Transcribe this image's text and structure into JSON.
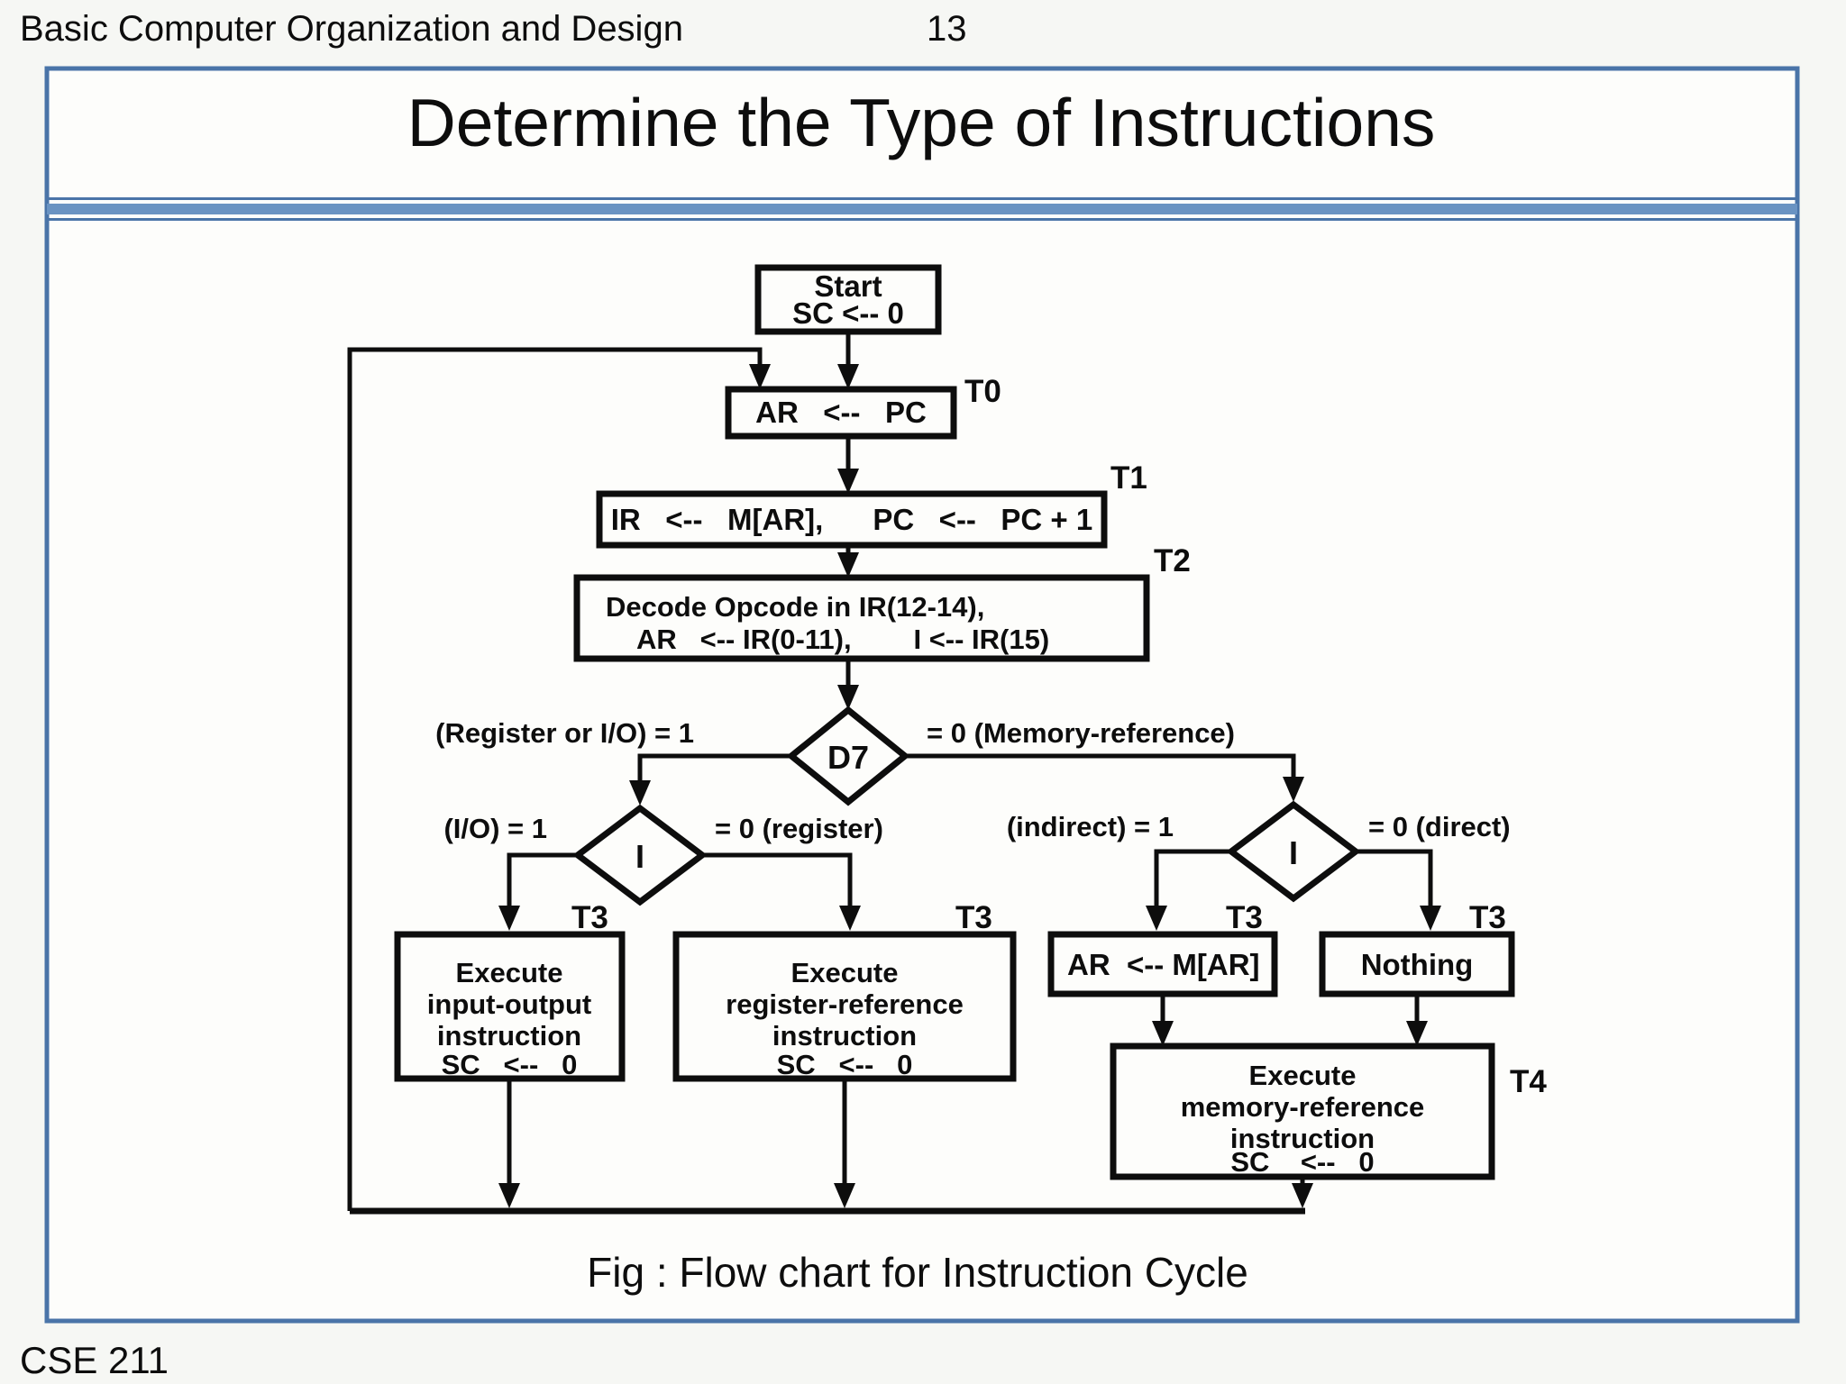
{
  "page": {
    "header_title": "Basic Computer Organization and Design",
    "page_number": "13",
    "footer": "CSE 211"
  },
  "slide": {
    "title": "Determine the Type of Instructions",
    "caption": "Fig : Flow chart for Instruction Cycle"
  },
  "colors": {
    "frame_blue": "#4a74a8",
    "rule_blue": "#6a93c2",
    "ink": "#0d0d0d",
    "slide_bg": "#fdfdfb"
  },
  "flowchart": {
    "nodes": {
      "start": {
        "line1": "Start",
        "line2": "SC <-- 0"
      },
      "fetch_ar": {
        "text": "AR   <--   PC",
        "time": "T0"
      },
      "fetch_ir": {
        "text": "IR   <--   M[AR],      PC   <--   PC + 1",
        "time": "T1"
      },
      "decode": {
        "line1": "Decode Opcode in IR(12-14),",
        "line2": "AR   <-- IR(0-11),        I <-- IR(15)",
        "time": "T2"
      },
      "d7": {
        "label": "D7"
      },
      "i_left": {
        "label": "I"
      },
      "i_right": {
        "label": "I"
      },
      "exec_io": {
        "line1": "Execute",
        "line2": "input-output",
        "line3": "instruction",
        "line4": "SC   <--   0",
        "time": "T3"
      },
      "exec_reg": {
        "line1": "Execute",
        "line2": "register-reference",
        "line3": "instruction",
        "line4": "SC   <--   0",
        "time": "T3"
      },
      "indirect_fetch": {
        "text": "AR  <-- M[AR]",
        "time": "T3"
      },
      "nothing": {
        "text": "Nothing",
        "time": "T3"
      },
      "exec_mem": {
        "line1": "Execute",
        "line2": "memory-reference",
        "line3": "instruction",
        "line4": "SC    <--   0",
        "time": "T4"
      }
    },
    "branch_labels": {
      "d7_left": "(Register or I/O) = 1",
      "d7_right": "= 0 (Memory-reference)",
      "ileft_left": "(I/O) = 1",
      "ileft_right": "= 0 (register)",
      "iright_left": "(indirect) = 1",
      "iright_right": "= 0 (direct)"
    }
  }
}
